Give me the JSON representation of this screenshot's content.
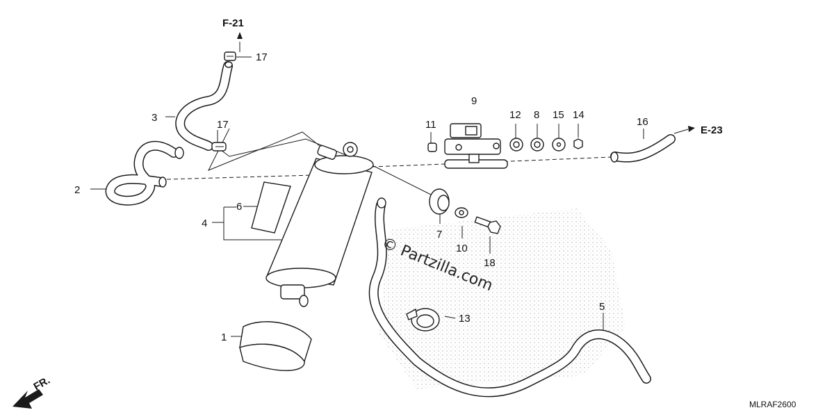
{
  "callouts": {
    "c1": "1",
    "c2": "2",
    "c3": "3",
    "c4": "4",
    "c5": "5",
    "c6": "6",
    "c7": "7",
    "c8": "8",
    "c9": "9",
    "c10": "10",
    "c11": "11",
    "c12": "12",
    "c13": "13",
    "c14": "14",
    "c15": "15",
    "c16": "16",
    "c17a": "17",
    "c17b": "17",
    "c18": "18"
  },
  "refs": {
    "f21": "F-21",
    "e23": "E-23",
    "fr": "FR."
  },
  "watermark": "© Partzilla.com",
  "diagram_code": "MLRAF2600",
  "colors": {
    "ink": "#1a1a1a",
    "background": "#ffffff"
  }
}
